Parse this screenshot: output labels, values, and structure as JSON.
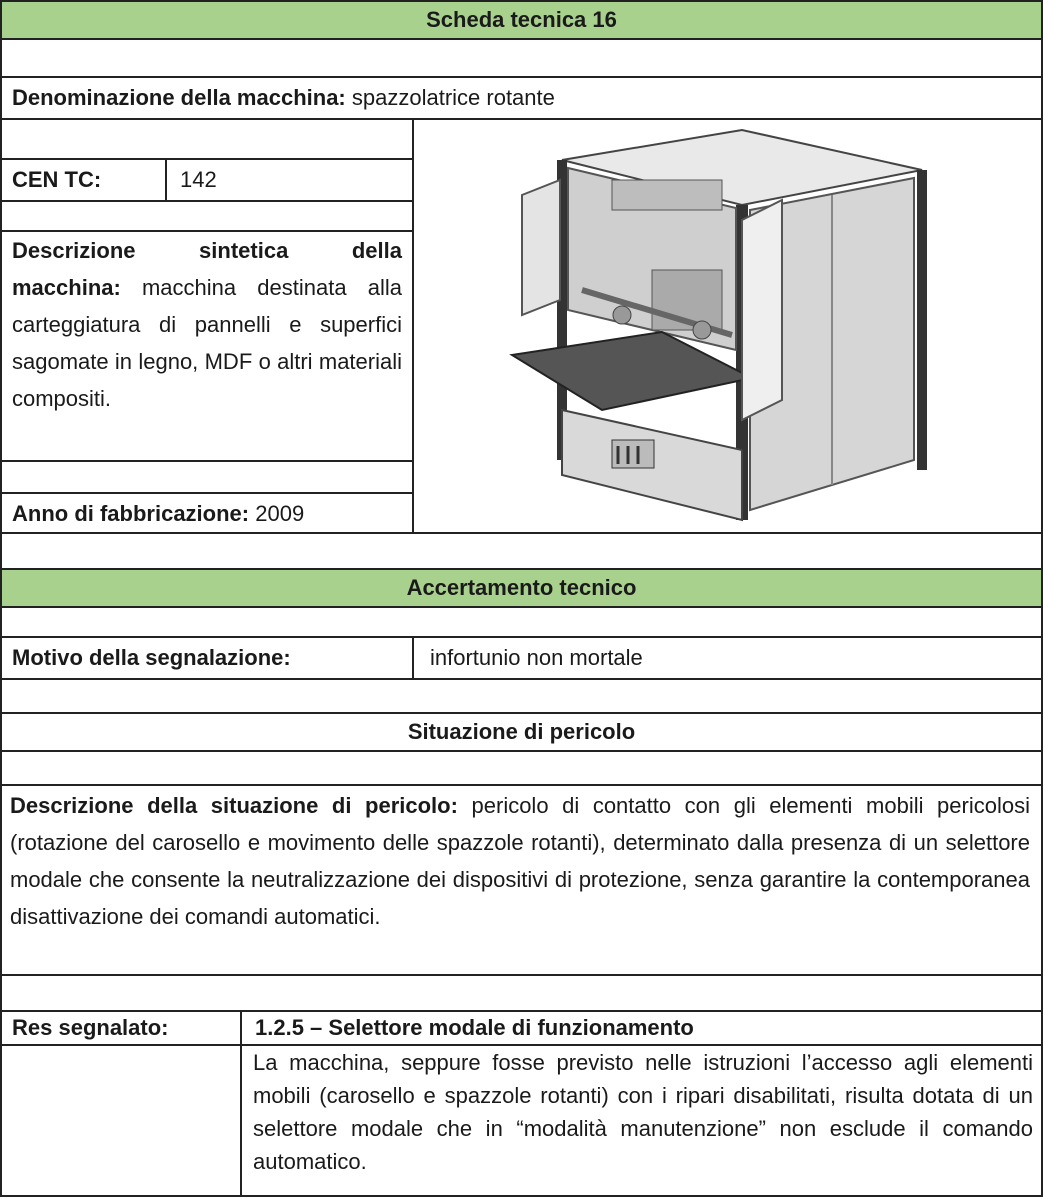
{
  "header": {
    "title": "Scheda tecnica 16"
  },
  "machine": {
    "name_label": "Denominazione della macchina:",
    "name_value": "spazzolatrice rotante",
    "cen_label": "CEN TC:",
    "cen_value": "142",
    "desc_label": "Descrizione sintetica della macchina:",
    "desc_value": "macchina destinata alla carteggiatura di pannelli e superfici sagomate in legno, MDF o altri materiali compositi.",
    "year_label": "Anno di fabbricazione:",
    "year_value": "2009"
  },
  "assessment": {
    "title": "Accertamento tecnico",
    "motive_label": "Motivo della segnalazione:",
    "motive_value": "infortunio non mortale"
  },
  "danger": {
    "title": "Situazione di pericolo",
    "desc_label": "Descrizione della situazione di pericolo:",
    "desc_value": "pericolo di contatto con gli elementi mobili pericolosi (rotazione del carosello e movimento delle spazzole rotanti), determinato dalla presenza di un selettore modale che consente la neutralizzazione dei dispositivi di protezione, senza garantire la contemporanea disattivazione dei comandi automatici."
  },
  "res": {
    "label": "Res segnalato:",
    "code": "1.2.5 – Selettore modale di funzionamento",
    "text": "La macchina, seppure fosse previsto nelle istruzioni l’accesso agli elementi mobili (carosello e spazzole rotanti) con i ripari disabilitati, risulta dotata di un selettore modale che in “modalità manutenzione” non esclude il comando automatico."
  }
}
